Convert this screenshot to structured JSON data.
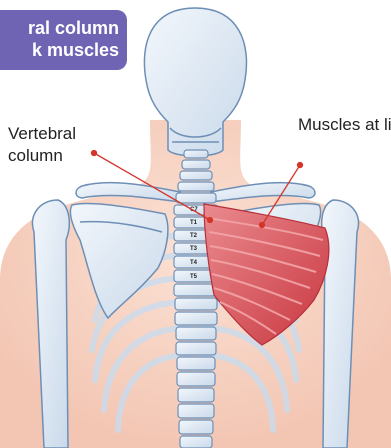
{
  "title": {
    "line1": "ral column",
    "line2": "k muscles"
  },
  "labels": {
    "vertebral_column": "Vertebral\ncolumn",
    "muscles_ligaments": "Muscles at\nligaments"
  },
  "vertebra_labels": [
    "C7",
    "T1",
    "T2",
    "T3",
    "T4",
    "T5"
  ],
  "colors": {
    "title_bg": "#6f64b4",
    "skin": "#f7d6c8",
    "bone": "#dfe9f4",
    "bone_outline": "#6e8fb5",
    "muscle": "#d9555d",
    "pointer": "#d4352b"
  }
}
